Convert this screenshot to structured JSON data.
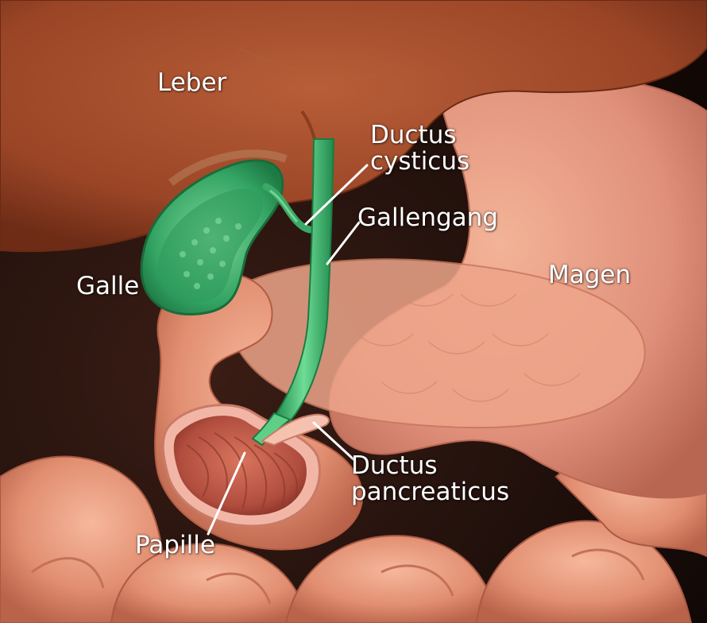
{
  "labels": {
    "leber": "Leber",
    "ductus_cysticus_line1": "Ductus",
    "ductus_cysticus_line2": "cysticus",
    "gallengang": "Gallengang",
    "galle": "Galle",
    "magen": "Magen",
    "ductus_pancreaticus_line1": "Ductus",
    "ductus_pancreaticus_line2": "pancreaticus",
    "papille": "Papille"
  },
  "colors": {
    "background": "#1a0d0a",
    "liver": "#a6502f",
    "organ_flesh": "#e89a7e",
    "bile_green": "#3fae6a",
    "intestine_inner": "#c75a4e",
    "label_text": "#ffffff"
  }
}
